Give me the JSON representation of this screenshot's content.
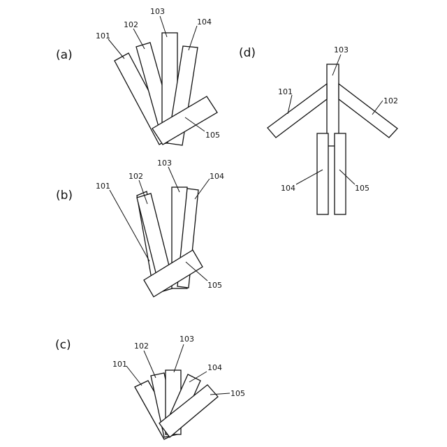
{
  "panels": {
    "a": {
      "label": "(a)",
      "n101": "101",
      "n102": "102",
      "n103": "103",
      "n104": "104",
      "n105": "105"
    },
    "b": {
      "label": "(b)",
      "n101": "101",
      "n102": "102",
      "n103": "103",
      "n104": "104",
      "n105": "105"
    },
    "c": {
      "label": "(c)",
      "n101": "101",
      "n102": "102",
      "n103": "103",
      "n104": "104",
      "n105": "105"
    },
    "d": {
      "label": "(d)",
      "n101": "101",
      "n102": "102",
      "n103": "103",
      "n104": "104",
      "n105": "105"
    }
  }
}
